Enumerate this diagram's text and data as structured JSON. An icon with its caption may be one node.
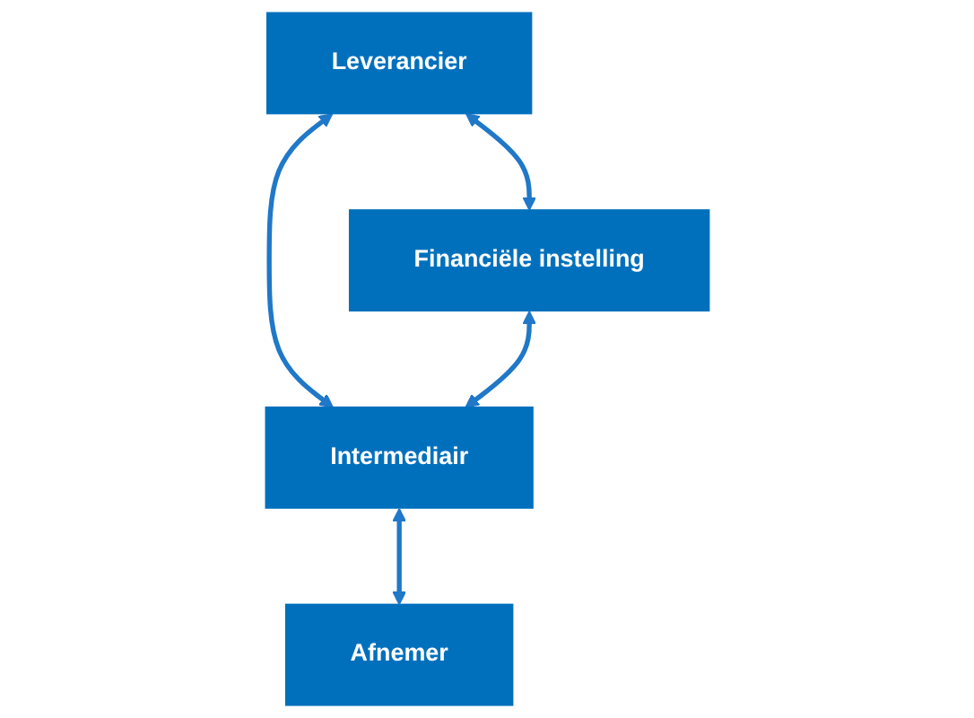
{
  "diagram": {
    "nodes": [
      {
        "text": [
          "Leverancier"
        ]
      },
      {
        "text": [
          "Financiële instelling"
        ]
      },
      {
        "text": [
          "Intermediair"
        ]
      },
      {
        "text": [
          "Afnemer"
        ]
      }
    ],
    "edges": [
      {
        "from": 0,
        "to": 1,
        "arrow": "both"
      },
      {
        "from": 0,
        "to": 2,
        "arrow": "both"
      },
      {
        "from": 1,
        "to": 2,
        "arrow": "both"
      },
      {
        "from": 2,
        "to": 3,
        "arrow": "both"
      }
    ]
  }
}
